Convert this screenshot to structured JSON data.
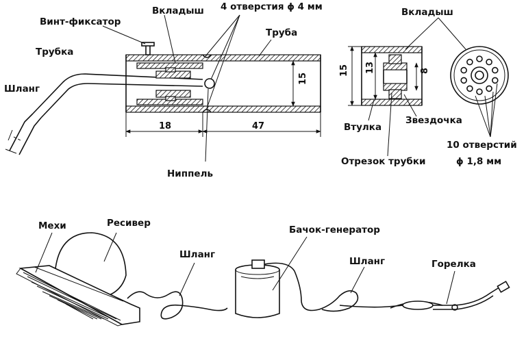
{
  "top_left": {
    "labels": {
      "vint_fiksator": "Винт-фиксатор",
      "vkladysh": "Вкладыш",
      "otverstiya": "4 отверстия ϕ 4 мм",
      "truba": "Труба",
      "trubka": "Трубка",
      "shlang": "Шланг",
      "nippel": "Ниппель"
    },
    "dims": {
      "d18": "18",
      "d47": "47",
      "d15": "15"
    }
  },
  "top_right": {
    "labels": {
      "vkladysh": "Вкладыш",
      "vtulka": "Втулка",
      "zvezdochka": "Звездочка",
      "otrezok": "Отрезок трубки",
      "otverstiy_line1": "10 отверстий",
      "otverstiy_line2": "ϕ 1,8 мм"
    },
    "dims": {
      "d15": "15",
      "d13": "13",
      "d8": "8"
    }
  },
  "bottom": {
    "labels": {
      "mekhi": "Мехи",
      "resiver": "Ресивер",
      "shlang1": "Шланг",
      "bachok": "Бачок-генератор",
      "shlang2": "Шланг",
      "gorelka": "Горелка"
    }
  },
  "colors": {
    "ink": "#111111",
    "paper": "#ffffff"
  }
}
